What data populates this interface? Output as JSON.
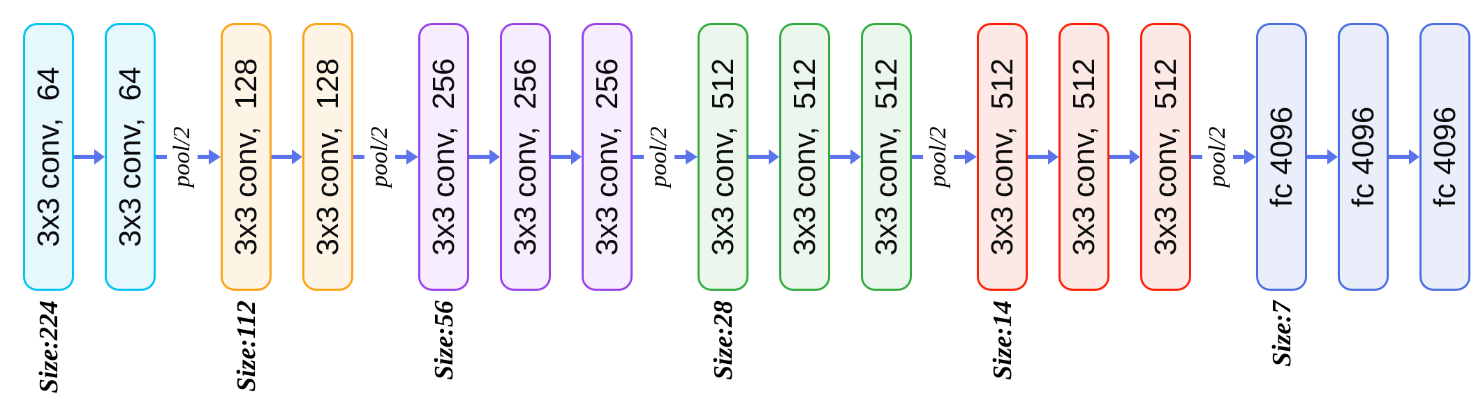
{
  "pool_label": "pool/2",
  "colors": {
    "arrow": "#5B74EC",
    "block_text": "#0a0a0a",
    "label_text": "#000000"
  },
  "groups": [
    {
      "size_label": "Size:224",
      "border_color": "#00C3F2",
      "fill_color": "#E6F8FD",
      "blocks": [
        "3x3 conv,  64",
        "3x3 conv,  64"
      ]
    },
    {
      "size_label": "Size:112",
      "border_color": "#FFA114",
      "fill_color": "#FEF4E6",
      "blocks": [
        "3x3 conv,  128",
        "3x3 conv,  128"
      ]
    },
    {
      "size_label": "Size:56",
      "border_color": "#9C41E8",
      "fill_color": "#F6EEFE",
      "blocks": [
        "3x3 conv,  256",
        "3x3 conv,  256",
        "3x3 conv,  256"
      ]
    },
    {
      "size_label": "Size:28",
      "border_color": "#31AC3F",
      "fill_color": "#EBF6EC",
      "blocks": [
        "3x3 conv,  512",
        "3x3 conv,  512",
        "3x3 conv,  512"
      ]
    },
    {
      "size_label": "Size:14",
      "border_color": "#FF1F04",
      "fill_color": "#FCE9E6",
      "blocks": [
        "3x3 conv,  512",
        "3x3 conv,  512",
        "3x3 conv,  512"
      ]
    },
    {
      "size_label": "Size:7",
      "border_color": "#4A6FE0",
      "fill_color": "#E9EEFA",
      "blocks": [
        "fc 4096",
        "fc 4096",
        "fc 4096"
      ]
    }
  ]
}
